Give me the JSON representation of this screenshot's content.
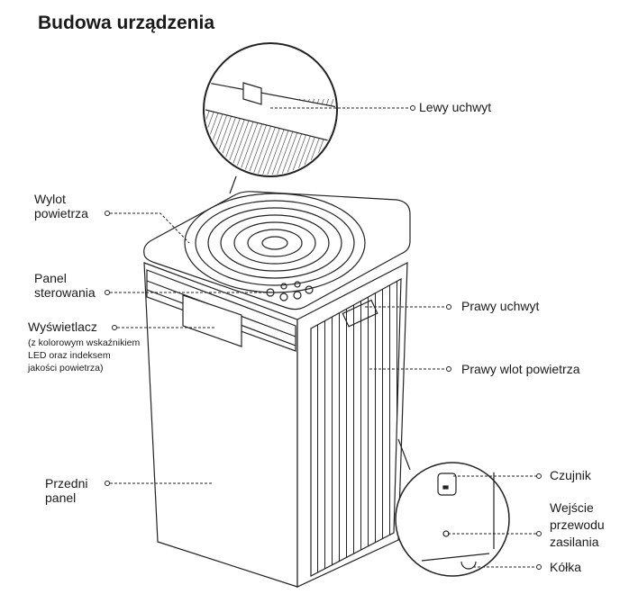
{
  "title": "Budowa urządzenia",
  "labels": {
    "left_handle": "Lewy uchwyt",
    "air_outlet_1": "Wylot",
    "air_outlet_2": "powietrza",
    "control_panel_1": "Panel",
    "control_panel_2": "sterowania",
    "display": "Wyświetlacz",
    "display_note_1": "(z kolorowym wskaźnikiem",
    "display_note_2": "LED oraz indeksem",
    "display_note_3": "jakości powietrza)",
    "front_panel_1": "Przedni",
    "front_panel_2": "panel",
    "right_handle": "Prawy uchwyt",
    "right_air_inlet": "Prawy wlot powietrza",
    "sensor": "Czujnik",
    "power_inlet_1": "Wejście",
    "power_inlet_2": "przewodu",
    "power_inlet_3": "zasilania",
    "wheels": "Kółka"
  }
}
